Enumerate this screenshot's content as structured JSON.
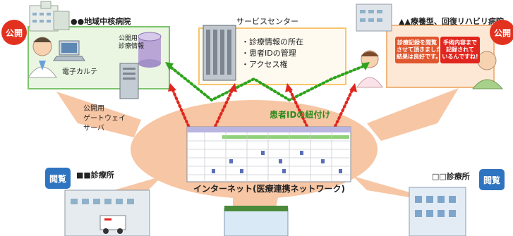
{
  "left_hospital": {
    "badge": "公開",
    "name": "●●地域中核病院",
    "ehr_label": "電子カルテ",
    "public_info_label": "公開用\n診療情報",
    "gateway_label": "公開用\nゲートウェイ\nサーバ"
  },
  "service_center": {
    "title": "サービスセンター",
    "items": [
      "・診療情報の所在",
      "・患者IDの管理",
      "・アクセス権"
    ]
  },
  "right_hospital": {
    "badge": "公開",
    "name": "▲▲療養型、回復リハビリ病院",
    "bubble1": "診療記録を閲覧\nさせて頂きました。\n結果は良好です。",
    "bubble2": "手術内容まで\n記録されて\nいるんですね!"
  },
  "network": {
    "link_label": "患者IDの紐付け",
    "name": "インターネット(医療連携ネットワーク)"
  },
  "left_clinic": {
    "badge": "閲覧",
    "name": "■■診療所"
  },
  "right_clinic": {
    "badge": "閲覧",
    "name": "□□診療所"
  },
  "colors": {
    "network": "#f7c6a4",
    "green_arrow": "#2ea31b",
    "red_arrow": "#e0261e",
    "left_box_border": "#7cc46c",
    "left_box_fill": "#eaf6e2",
    "service_box": "#f9c56b",
    "right_box": "#f0b67f"
  }
}
